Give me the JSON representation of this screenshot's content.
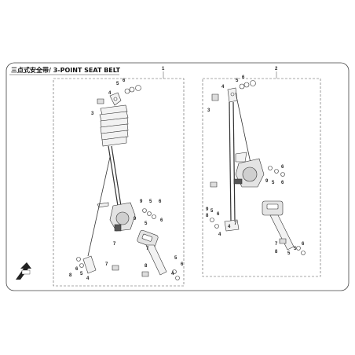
{
  "title": "三点式安全带/ 3-POINT SEAT BELT",
  "colors": {
    "line": "#333333",
    "frame": "#444444",
    "part_fill": "#f2f2f2",
    "dark_part": "#555555"
  },
  "icons": {
    "front_direction": "front-direction-arrow-icon"
  },
  "panels": [
    {
      "number": "1",
      "callouts": [
        "5",
        "6",
        "4",
        "3",
        "9",
        "5",
        "6",
        "7",
        "9",
        "5",
        "6",
        "7",
        "6",
        "5",
        "4",
        "8",
        "7",
        "8",
        "6",
        "5",
        "4"
      ]
    },
    {
      "number": "2",
      "callouts": [
        "5",
        "6",
        "4",
        "3",
        "9",
        "5",
        "6",
        "5",
        "6",
        "7",
        "8",
        "9",
        "6",
        "5",
        "4",
        "7",
        "8",
        "5",
        "6",
        "4"
      ]
    }
  ]
}
